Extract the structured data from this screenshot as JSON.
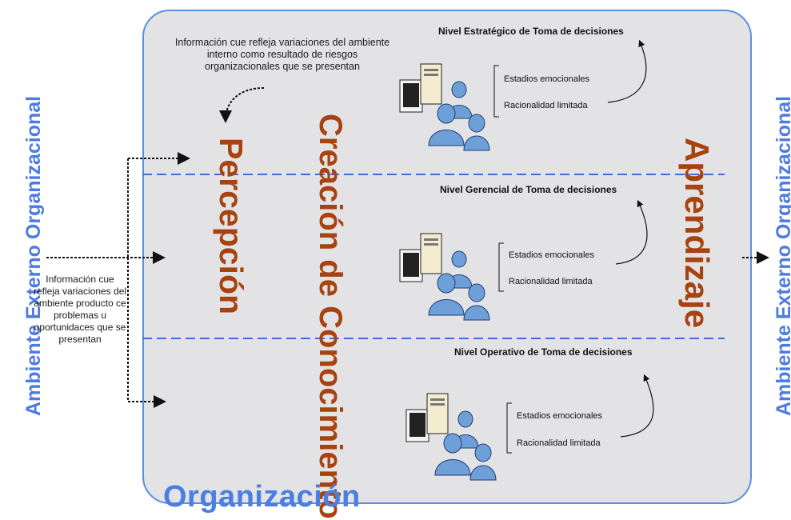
{
  "external_env": {
    "left_label": "Ambiente Externo Organizacional",
    "right_label": "Ambiente Externo Organizacional"
  },
  "left_note": "Información cue refleja variaciones del ambiente producto ce problemas u oportunidaces que se presentan",
  "top_note": "Información cue refleja variaciones del ambiente interno como resultado de riesgos organizacionales que se presentan",
  "processes": {
    "perception": "Percepción",
    "knowledge_line1": "Creación de",
    "knowledge_line2": "Conocimiento",
    "learning": "Aprendizaje"
  },
  "levels": [
    {
      "title": "Nivel Estratégico de Toma de decisiones",
      "factor1": "Estadios emocionales",
      "factor2": "Racionalidad limitada"
    },
    {
      "title": "Nivel Gerencial de Toma de decisiones",
      "factor1": "Estadios emocionales",
      "factor2": "Racionalidad limitada"
    },
    {
      "title": "Nivel Operativo de Toma de decisiones",
      "factor1": "Estadios emocionales",
      "factor2": "Racionalidad limitada"
    }
  ],
  "organization_label": "Organización",
  "colors": {
    "blue_text": "#4d7be0",
    "brown_text": "#a84310",
    "box_fill": "#e3e3e6",
    "box_border": "#5a8fe0",
    "divider": "#3d6be0"
  }
}
